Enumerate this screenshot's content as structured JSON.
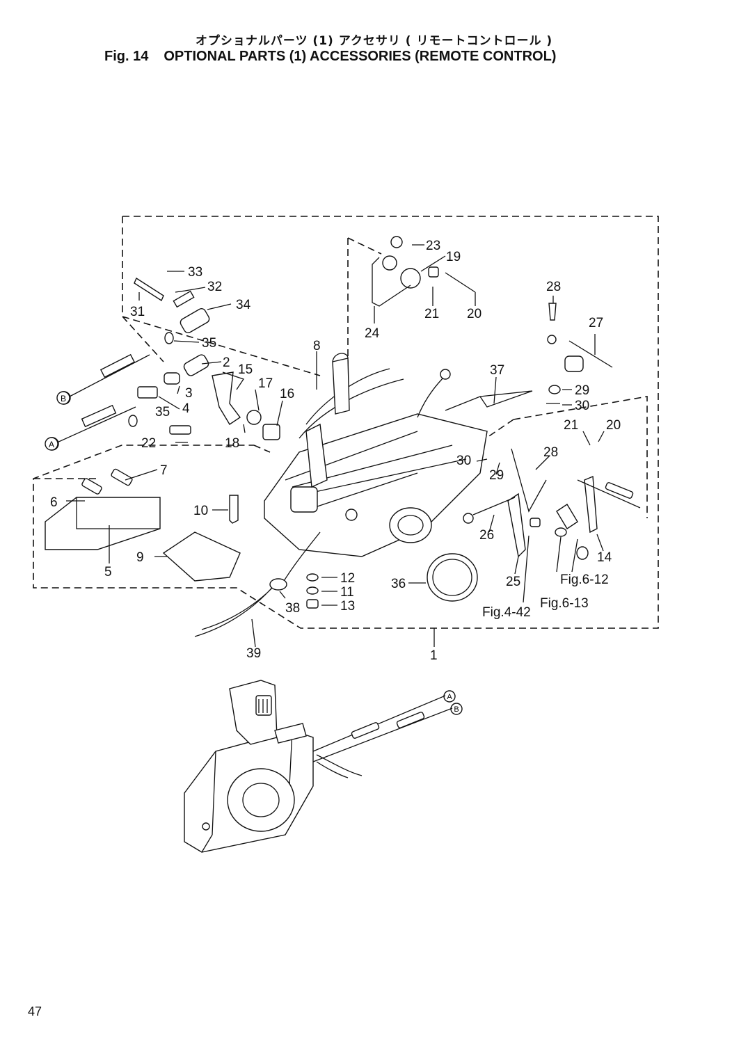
{
  "header": {
    "title_jp": "オプショナルパーツ (1) アクセサリ ( リモートコントロール )",
    "fig_label": "Fig. 14",
    "title_en": "OPTIONAL PARTS (1) ACCESSORIES (REMOTE CONTROL)"
  },
  "diagram": {
    "callouts": {
      "c1": "1",
      "c2": "2",
      "c3": "3",
      "c4": "4",
      "c5": "5",
      "c6": "6",
      "c7": "7",
      "c8": "8",
      "c9": "9",
      "c10": "10",
      "c11": "11",
      "c12": "12",
      "c13": "13",
      "c14": "14",
      "c15": "15",
      "c16": "16",
      "c17": "17",
      "c18": "18",
      "c19": "19",
      "c20a": "20",
      "c20b": "20",
      "c21a": "21",
      "c21b": "21",
      "c22": "22",
      "c23": "23",
      "c24": "24",
      "c25": "25",
      "c26": "26",
      "c27": "27",
      "c28a": "28",
      "c28b": "28",
      "c29a": "29",
      "c29b": "29",
      "c30a": "30",
      "c30b": "30",
      "c31": "31",
      "c32": "32",
      "c33": "33",
      "c34": "34",
      "c35a": "35",
      "c35b": "35",
      "c36": "36",
      "c37": "37",
      "c38": "38",
      "c39": "39"
    },
    "refs": {
      "fig4_42": "Fig.4-42",
      "fig6_12": "Fig.6-12",
      "fig6_13": "Fig.6-13"
    },
    "markers": {
      "a_upper": "A",
      "b_upper": "B",
      "a_lower": "A",
      "b_lower": "B"
    }
  },
  "footer": {
    "page_number": "47"
  }
}
